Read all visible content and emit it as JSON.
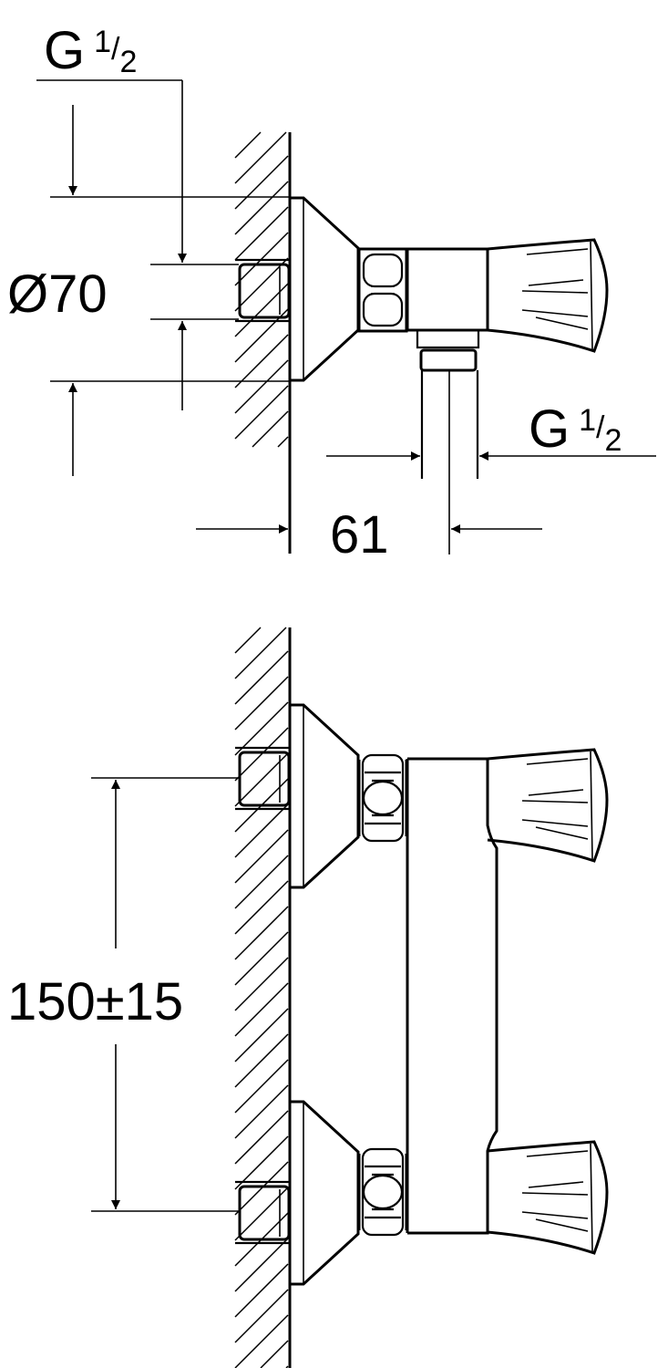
{
  "title": "Shower mixer dimension drawing",
  "dimensions": {
    "inlet_thread_top": {
      "letter": "G",
      "num": "1",
      "den": "2"
    },
    "outlet_thread_right": {
      "letter": "G",
      "num": "1",
      "den": "2"
    },
    "escutcheon_diameter": "Ø70",
    "projection": "61",
    "center_distance": "150±15"
  },
  "colors": {
    "line": "#000000",
    "background": "#ffffff"
  }
}
